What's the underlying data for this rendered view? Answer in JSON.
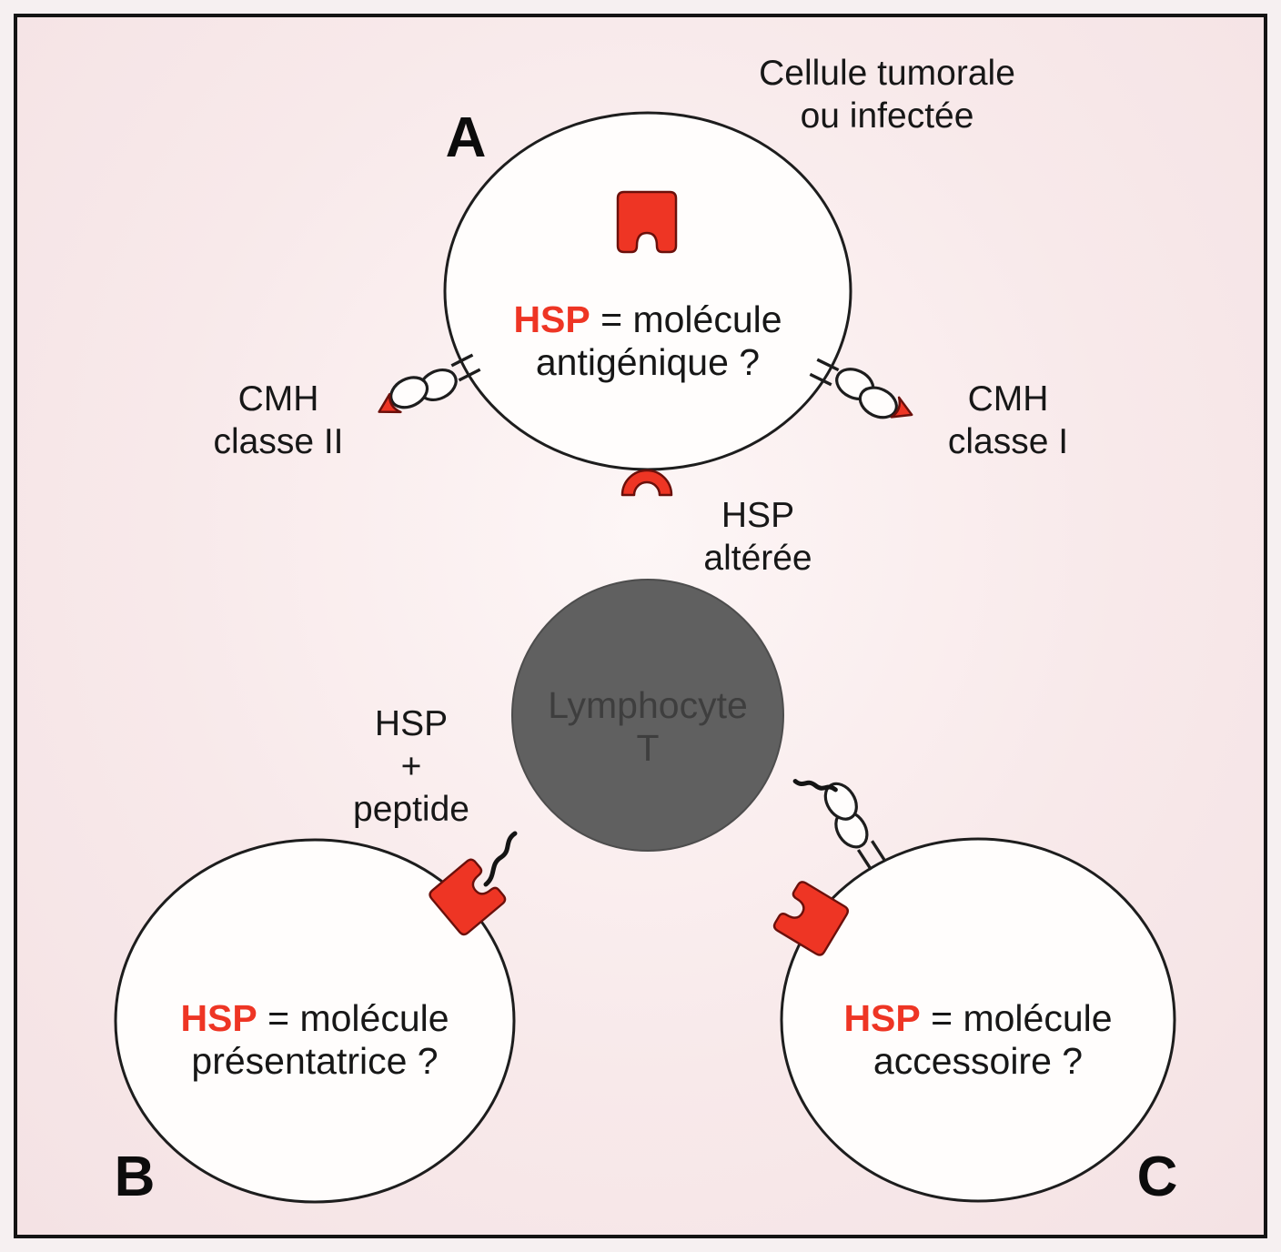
{
  "colors": {
    "background": "#f8e9ea",
    "frame": "#141414",
    "red": "#ee3524",
    "cell_fill": "#fffdfc",
    "lymphocyte_fill": "#606060",
    "text": "#171717"
  },
  "top_cell": {
    "caption": {
      "line1": "Cellule tumorale",
      "line2": "ou infectée"
    },
    "panel_letter": "A",
    "hypothesis": {
      "hsp": "HSP",
      "rest_line1": " = molécule",
      "line2": "antigénique ?"
    }
  },
  "receptors": {
    "mhc_class_ii": {
      "line1": "CMH",
      "line2": "classe II"
    },
    "mhc_class_i": {
      "line1": "CMH",
      "line2": "classe I"
    }
  },
  "hsp_altered": {
    "line1": "HSP",
    "line2": "altérée"
  },
  "lymphocyte": {
    "line1": "Lymphocyte",
    "line2": "T"
  },
  "hsp_peptide": {
    "line1": "HSP",
    "line2": "+",
    "line3": "peptide"
  },
  "bottom_left_cell": {
    "panel_letter": "B",
    "hypothesis": {
      "hsp": "HSP",
      "rest_line1": " = molécule",
      "line2": "présentatrice ?"
    }
  },
  "bottom_right_cell": {
    "panel_letter": "C",
    "hypothesis": {
      "hsp": "HSP",
      "rest_line1": " = molécule",
      "line2": "accessoire ?"
    }
  }
}
